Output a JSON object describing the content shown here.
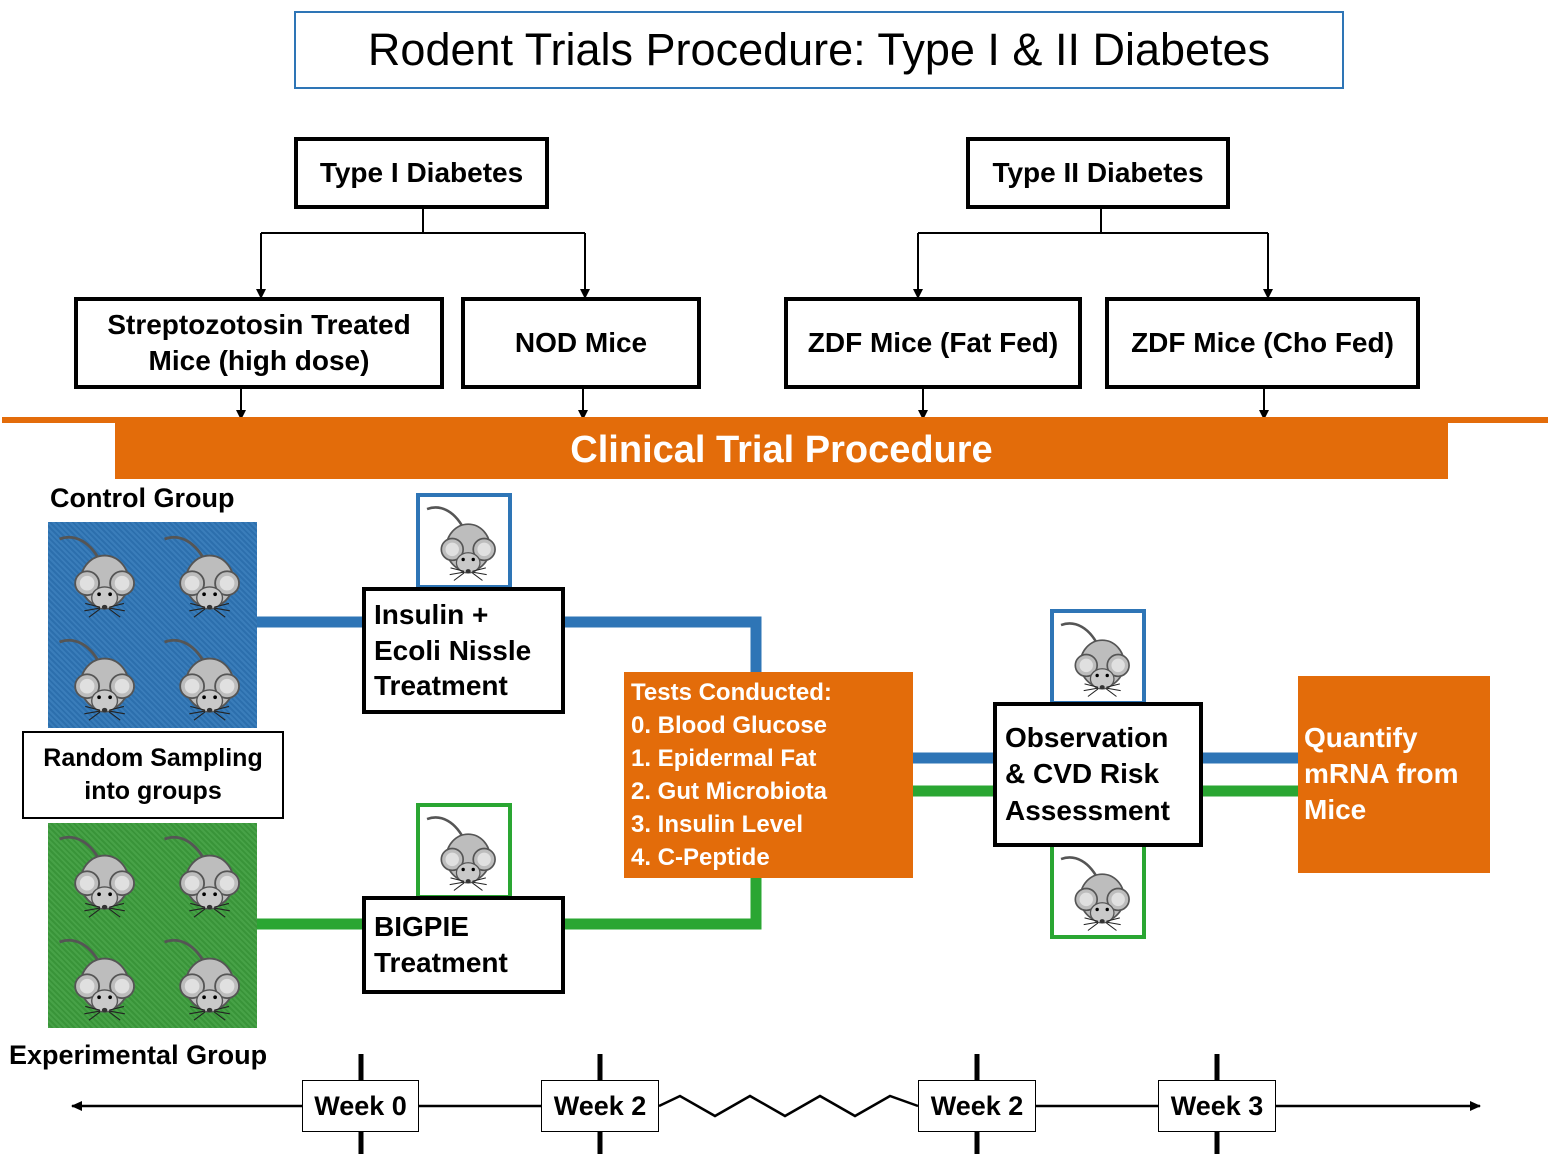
{
  "title": "Rodent Trials Procedure: Type I & II Diabetes",
  "diabetes_types": {
    "type1": {
      "label": "Type I Diabetes",
      "children": [
        {
          "label_line1": "Streptozotosin Treated",
          "label_line2": "Mice (high dose)"
        },
        {
          "label": "NOD Mice"
        }
      ]
    },
    "type2": {
      "label": "Type II Diabetes",
      "children": [
        {
          "label": "ZDF Mice (Fat Fed)"
        },
        {
          "label": "ZDF Mice (Cho Fed)"
        }
      ]
    }
  },
  "banner": {
    "label": "Clinical Trial Procedure"
  },
  "groups": {
    "control_label": "Control Group",
    "experimental_label": "Experimental Group",
    "random_sampling_line1": "Random Sampling",
    "random_sampling_line2": "into groups"
  },
  "treatments": {
    "control": {
      "line1": "Insulin +",
      "line2": "Ecoli Nissle",
      "line3": "Treatment"
    },
    "experimental": {
      "line1": "BIGPIE",
      "line2": "Treatment"
    }
  },
  "tests": {
    "heading": "Tests Conducted:",
    "items": [
      "0. Blood Glucose",
      "1. Epidermal Fat",
      "2. Gut Microbiota",
      "3. Insulin Level",
      "4. C-Peptide"
    ]
  },
  "observation": {
    "line1": "Observation",
    "line2": "& CVD Risk",
    "line3": "Assessment"
  },
  "quantify": {
    "line1": "Quantify",
    "line2": "mRNA from",
    "line3": "Mice"
  },
  "timeline": {
    "weeks": [
      "Week 0",
      "Week 2",
      "Week 2",
      "Week 3"
    ]
  },
  "colors": {
    "control": "#2e75b6",
    "experimental": "#2aa632",
    "orange": "#e36c0a",
    "title_border": "#2e75b6"
  },
  "icons": {
    "mouse": "mouse-icon"
  }
}
